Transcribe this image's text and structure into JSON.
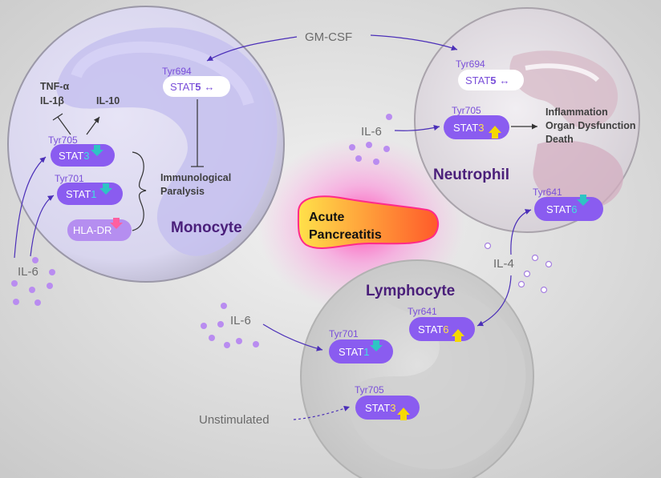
{
  "title": "",
  "center": {
    "line1": "Acute",
    "line2": "Pancreatitis"
  },
  "cells": {
    "monocyte": "Monocyte",
    "neutrophil": "Neutrophil",
    "lymphocyte": "Lymphocyte"
  },
  "cytokines": {
    "gmcsf": "GM-CSF",
    "il6": "IL-6",
    "il4": "IL-4",
    "unstim": "Unstimulated"
  },
  "monocyte": {
    "outputs": {
      "tnf": "TNF-α",
      "il1b": "IL-1β",
      "il10": "IL-10"
    },
    "tyr705": "Tyr705",
    "stat3": "STAT",
    "stat3n": "3",
    "tyr701": "Tyr701",
    "stat1": "STAT",
    "stat1n": "1",
    "hladr": "HLA-DR",
    "tyr694": "Tyr694",
    "stat5": "STAT",
    "stat5n": "5",
    "stat5sym": "↔",
    "paralysis1": "Immunological",
    "paralysis2": "Paralysis"
  },
  "neutrophil": {
    "tyr694": "Tyr694",
    "stat5": "STAT",
    "stat5n": "5",
    "stat5sym": "↔",
    "tyr705": "Tyr705",
    "stat3": "STAT",
    "stat3n": "3",
    "out1": "Inflammation",
    "out2": "Organ Dysfunction",
    "out3": "Death",
    "tyr641": "Tyr641",
    "stat6": "STAT",
    "stat6n": "6"
  },
  "lymphocyte": {
    "tyr641": "Tyr641",
    "stat6": "STAT",
    "stat6n": "6",
    "tyr701": "Tyr701",
    "stat1": "STAT",
    "stat1n": "1",
    "tyr705": "Tyr705",
    "stat3": "STAT",
    "stat3n": "3"
  },
  "colors": {
    "pill": "#8a5cf0",
    "down_arrow": "#2ec4c4",
    "up_arrow": "#f5d800",
    "hla_arrow": "#ff5fa0",
    "stat_num_cyan": "#3fe0e0",
    "stat_num_yellow": "#ffe14a",
    "stat5_text": "#7a4fd9"
  }
}
